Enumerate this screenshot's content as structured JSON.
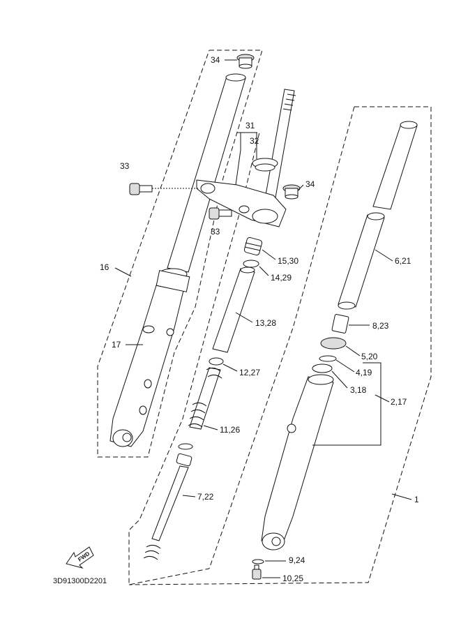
{
  "diagram": {
    "code": "3D91300D2201",
    "fwd_label": "FWD",
    "labels": [
      {
        "id": "34-top",
        "text": "34"
      },
      {
        "id": "31",
        "text": "31"
      },
      {
        "id": "32",
        "text": "32"
      },
      {
        "id": "33-left",
        "text": "33"
      },
      {
        "id": "34-right",
        "text": "34"
      },
      {
        "id": "33-mid",
        "text": "33"
      },
      {
        "id": "15-30",
        "text": "15,30"
      },
      {
        "id": "16",
        "text": "16"
      },
      {
        "id": "14-29",
        "text": "14,29"
      },
      {
        "id": "6-21",
        "text": "6,21"
      },
      {
        "id": "13-28",
        "text": "13,28"
      },
      {
        "id": "8-23",
        "text": "8,23"
      },
      {
        "id": "17",
        "text": "17"
      },
      {
        "id": "5-20",
        "text": "5,20"
      },
      {
        "id": "12-27",
        "text": "12,27"
      },
      {
        "id": "4-19",
        "text": "4,19"
      },
      {
        "id": "3-18",
        "text": "3,18"
      },
      {
        "id": "2-17",
        "text": "2,17"
      },
      {
        "id": "11-26",
        "text": "11,26"
      },
      {
        "id": "7-22",
        "text": "7,22"
      },
      {
        "id": "1",
        "text": "1"
      },
      {
        "id": "9-24",
        "text": "9,24"
      },
      {
        "id": "10-25",
        "text": "10,25"
      }
    ]
  }
}
